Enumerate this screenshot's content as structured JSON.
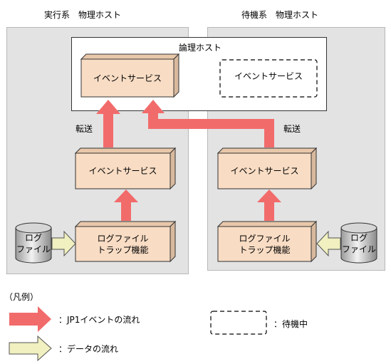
{
  "titles": {
    "active_host": "実行系　物理ホスト",
    "standby_host": "待機系　物理ホスト"
  },
  "logical_host": {
    "label": "論理ホスト",
    "event_service_active": "イベントサービス",
    "event_service_standby": "イベントサービス"
  },
  "active": {
    "transfer_label": "転送",
    "event_service": "イベントサービス",
    "trap_line1": "ログファイル",
    "trap_line2": "トラップ機能",
    "logfile_line1": "ログ",
    "logfile_line2": "ファイル"
  },
  "standby": {
    "transfer_label": "転送",
    "event_service": "イベントサービス",
    "trap_line1": "ログファイル",
    "trap_line2": "トラップ機能",
    "logfile_line1": "ログ",
    "logfile_line2": "ファイル"
  },
  "legend": {
    "title": "（凡例）",
    "jp1_event_flow": "：JP1イベントの流れ",
    "data_flow": "：データの流れ",
    "standby": "：待機中"
  },
  "colors": {
    "event_arrow": "#f26b6b",
    "data_arrow": "#f0f0c0",
    "box_front": "#f8dcc4",
    "box_side": "#d9b99d",
    "zone": "#e3e3e3"
  }
}
